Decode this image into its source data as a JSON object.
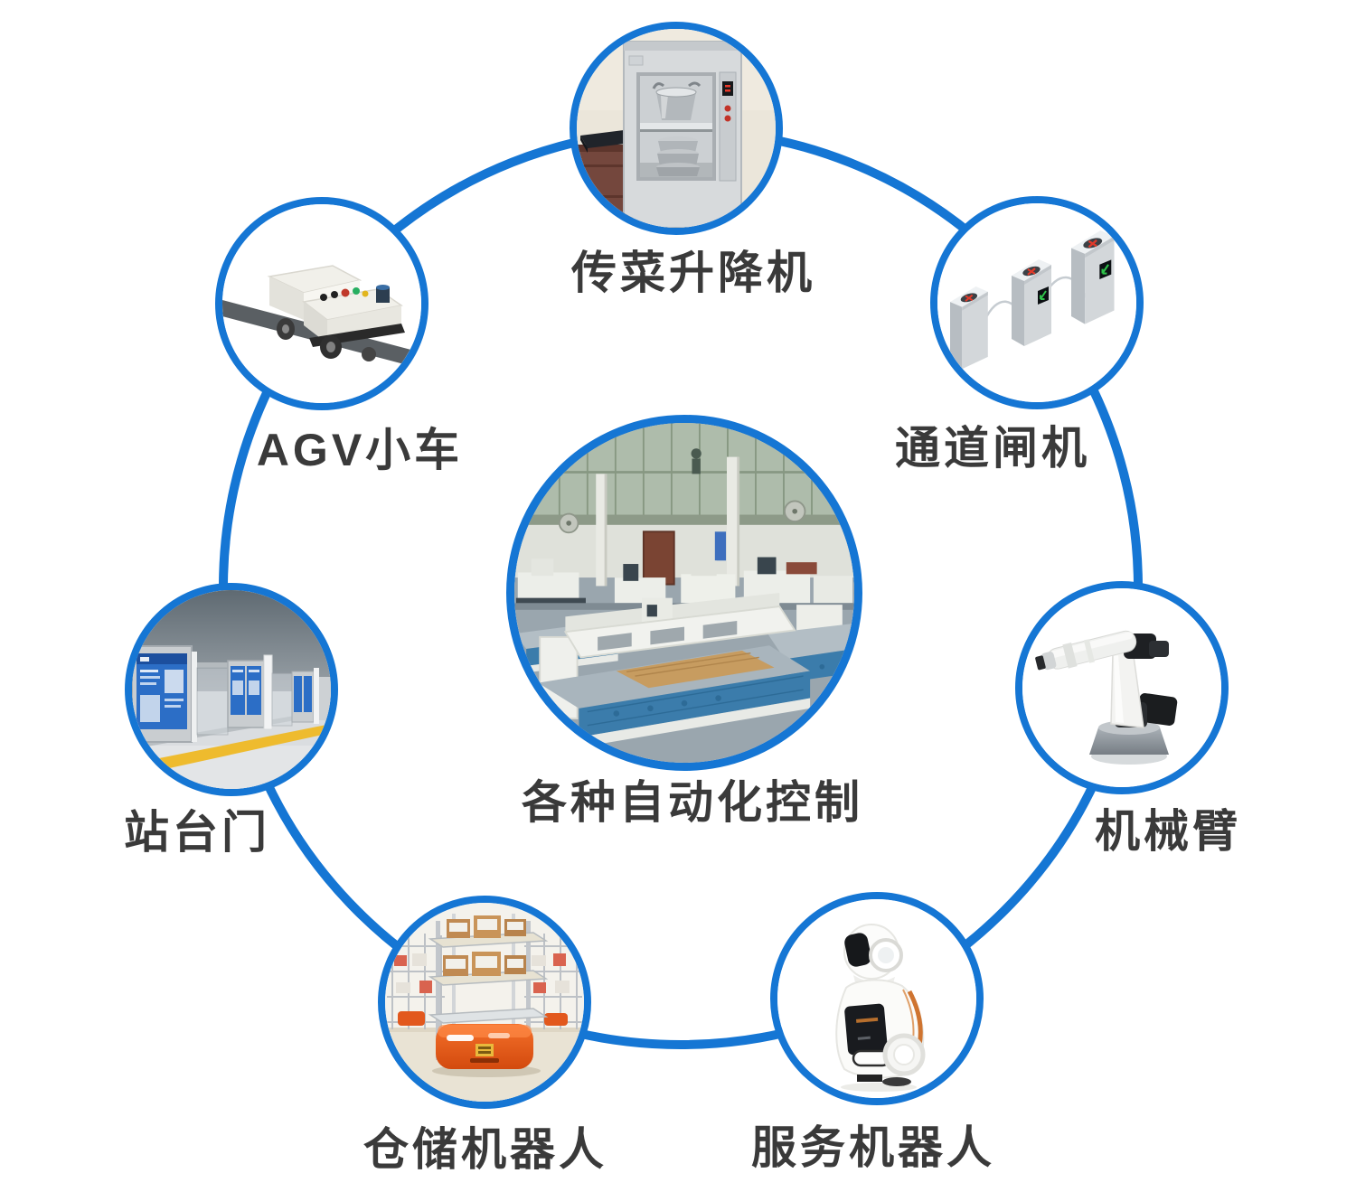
{
  "diagram": {
    "center": {
      "id": "automation-control",
      "label": "各种自动化控制"
    },
    "nodes": [
      {
        "id": "food-delivery-lift",
        "label": "传菜升降机",
        "position": "top"
      },
      {
        "id": "channel-gate",
        "label": "通道闸机",
        "position": "top-right"
      },
      {
        "id": "robotic-arm",
        "label": "机械臂",
        "position": "right"
      },
      {
        "id": "service-robot",
        "label": "服务机器人",
        "position": "bottom-right"
      },
      {
        "id": "warehouse-robot",
        "label": "仓储机器人",
        "position": "bottom"
      },
      {
        "id": "platform-door",
        "label": "站台门",
        "position": "left"
      },
      {
        "id": "agv-cart",
        "label": "AGV小车",
        "position": "top-left"
      }
    ],
    "colors": {
      "ring_blue": "#1576d4",
      "label_text": "#3a3a3a",
      "background": "#ffffff",
      "warehouse_robot_orange": "#e85a1c",
      "platform_line_yellow": "#eebb2e",
      "machine_blue": "#3b7cab"
    }
  }
}
